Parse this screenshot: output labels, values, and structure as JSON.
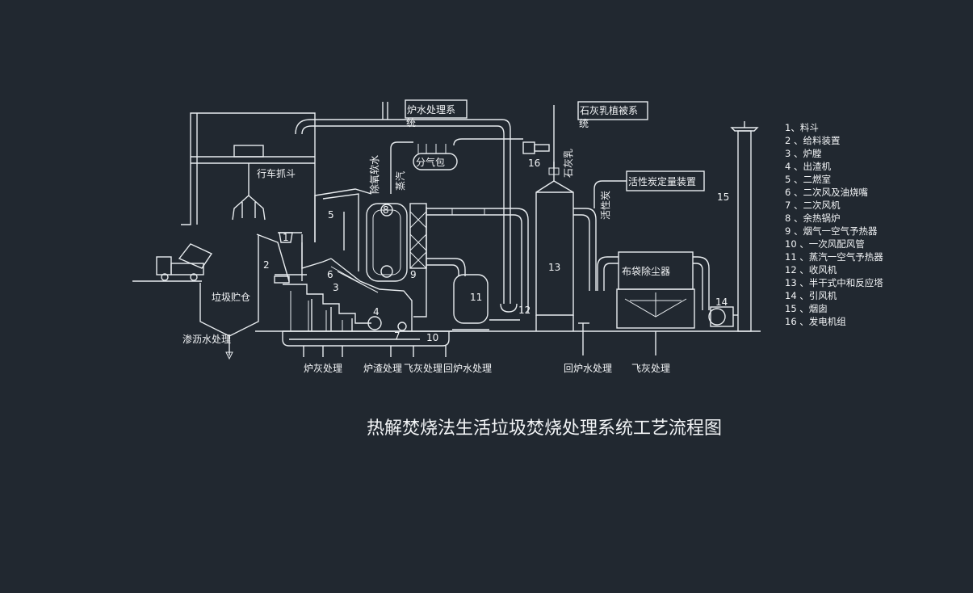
{
  "title": "热解焚烧法生活垃圾焚烧处理系统工艺流程图",
  "labels": {
    "crane": "行车抓斗",
    "pit": "垃圾贮仓",
    "leachate": "渗沥水处理",
    "water_sys_1": "炉水处理系",
    "water_sys_2": "统",
    "drum": "分气包",
    "softwater": "除氧软水",
    "steam": "蒸汽",
    "lime_sys_1": "石灰乳植被系",
    "lime_sys_2": "统",
    "lime_milk": "石灰乳",
    "carbon_sys": "活性炭定量装置",
    "carbon": "活性炭",
    "baghouse": "布袋除尘器",
    "out_ash": "炉灰处理",
    "out_slag": "炉渣处理",
    "out_fly1": "飞灰处理",
    "out_return1": "回炉水处理",
    "out_return2": "回炉水处理",
    "out_fly2": "飞灰处理"
  },
  "numbers": [
    "1",
    "2",
    "3",
    "4",
    "5",
    "6",
    "7",
    "8",
    "9",
    "10",
    "11",
    "12",
    "13",
    "14",
    "15",
    "16"
  ],
  "legend": [
    "1、料斗",
    "2 、给料装置",
    "3 、炉膛",
    "4 、出渣机",
    "5 、二燃室",
    "6 、二次风及油烧嘴",
    "7 、二次风机",
    "8 、余热锅炉",
    "9 、烟气一空气予热器",
    "10 、一次风配风管",
    "11 、蒸汽一空气予热器",
    "12 、收风机",
    "13 、半干式中和反应塔",
    "14 、引风机",
    "15 、烟囱",
    "16 、发电机组"
  ],
  "colors": {
    "background": "#212830",
    "line": "#e8ecef"
  }
}
